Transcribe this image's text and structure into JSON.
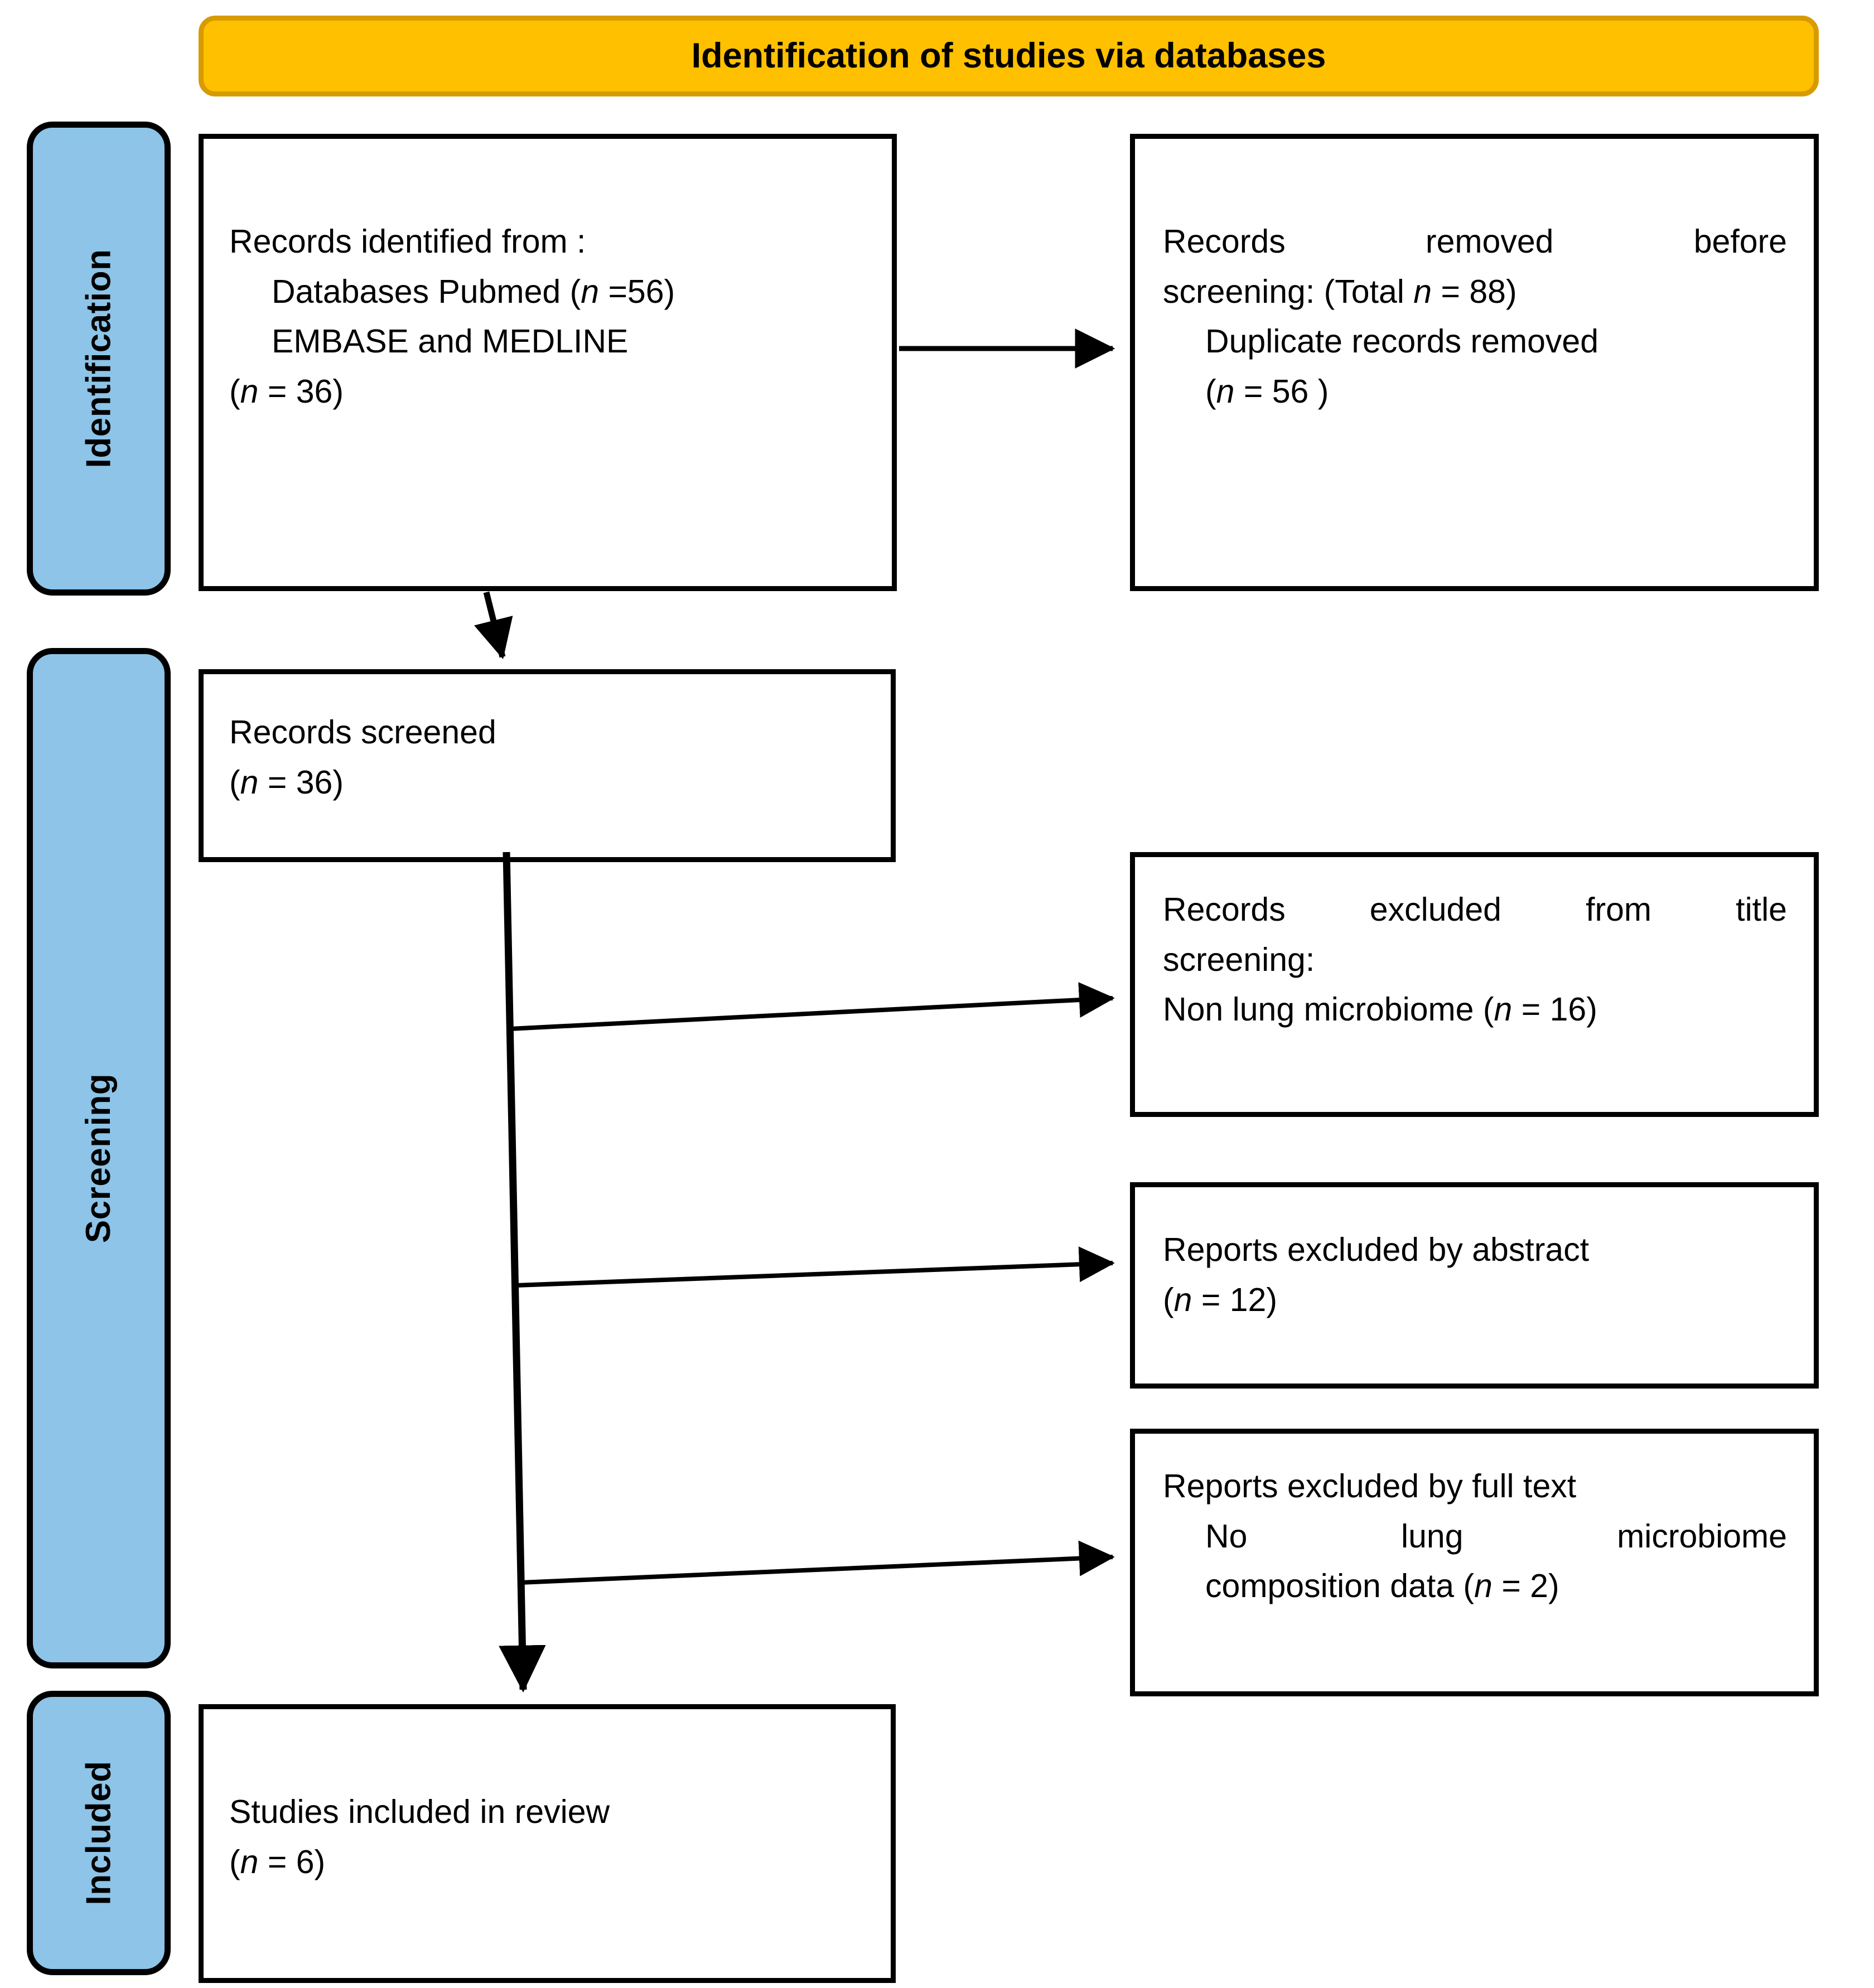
{
  "diagram": {
    "type": "prisma-flow-diagram",
    "banner": {
      "title": "Identification of studies via databases"
    },
    "stages": [
      {
        "id": "identification",
        "label": "Identification"
      },
      {
        "id": "screening",
        "label": "Screening"
      },
      {
        "id": "included",
        "label": "Included"
      }
    ],
    "boxes": {
      "identified": {
        "lines": [
          "Records identified from :",
          "Databases  Pubmed  (n =56)",
          "EMBASE and MEDLINE",
          "(n = 36)"
        ],
        "n_pubmed": 56,
        "n_embase_medline": 36
      },
      "removed": {
        "lines": [
          "Records removed before",
          "screening: (Total n = 88)",
          "Duplicate records removed",
          "(n = 56 )"
        ],
        "n_total_removed": 88,
        "n_duplicates": 56
      },
      "screened": {
        "lines": [
          "Records screened",
          "(n = 36)"
        ],
        "n_screened": 36
      },
      "excluded_title": {
        "lines": [
          "Records excluded from title",
          "screening:",
          "Non lung microbiome (n = 16)"
        ],
        "n_excluded": 16
      },
      "excluded_abstract": {
        "lines": [
          "Reports excluded by abstract",
          "(n = 12)"
        ],
        "n_excluded": 12
      },
      "excluded_fulltext": {
        "lines": [
          "Reports excluded by full text",
          "No lung microbiome",
          "composition data (n = 2)"
        ],
        "n_excluded": 2
      },
      "included": {
        "lines": [
          "Studies included in review",
          "(n = 6)"
        ],
        "n_included": 6
      }
    },
    "colors": {
      "banner_fill": "#ffc000",
      "banner_border": "#d79b00",
      "stage_fill": "#8dc4e8",
      "stage_border": "#000000",
      "box_border": "#000000",
      "box_fill": "#ffffff",
      "text": "#000000",
      "connector": "#000000"
    },
    "connectors": [
      {
        "from": "identified",
        "to": "removed",
        "direction": "right"
      },
      {
        "from": "identified",
        "to": "screened",
        "direction": "down"
      },
      {
        "from": "screened",
        "to": "excluded_title",
        "direction": "right"
      },
      {
        "from": "screened",
        "to": "excluded_abstract",
        "direction": "right"
      },
      {
        "from": "screened",
        "to": "excluded_fulltext",
        "direction": "right"
      },
      {
        "from": "screened",
        "to": "included",
        "direction": "down"
      }
    ]
  }
}
